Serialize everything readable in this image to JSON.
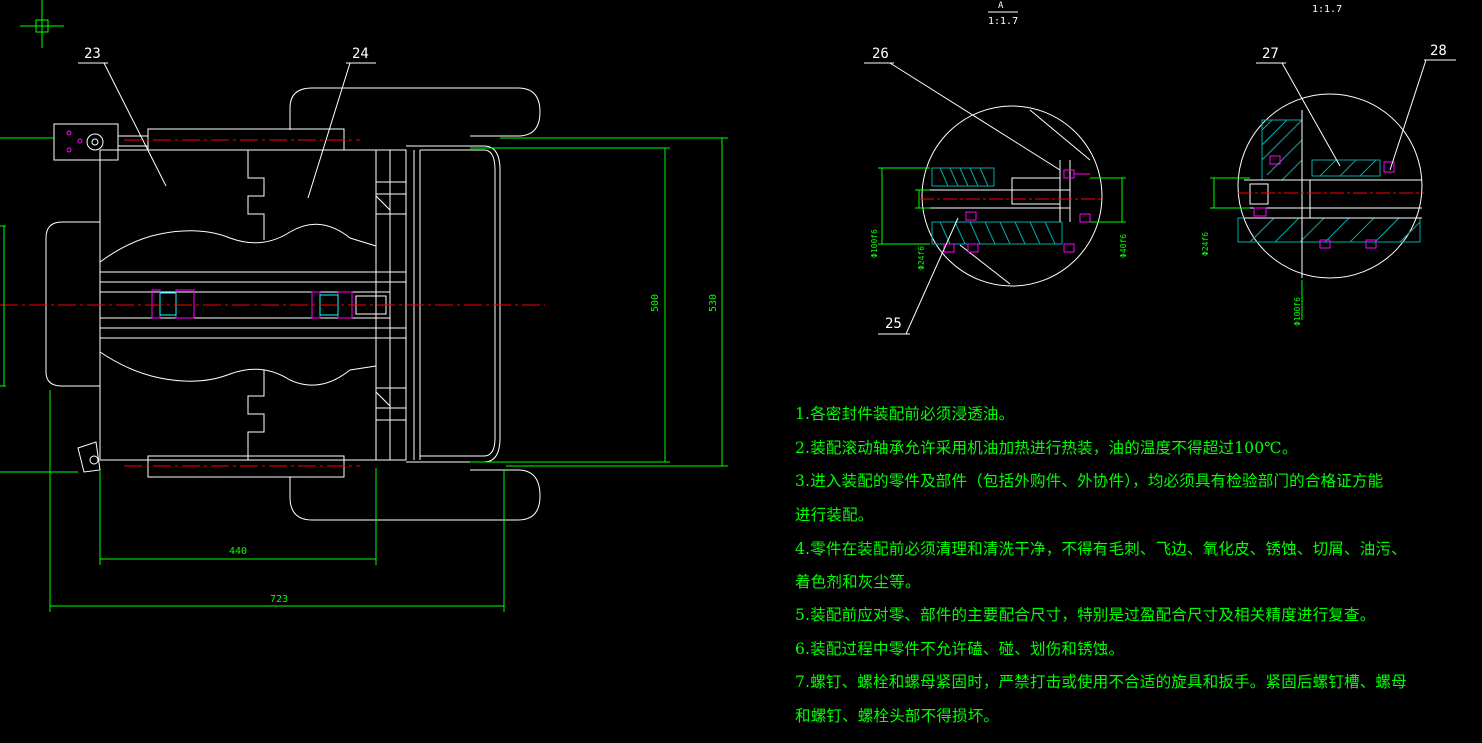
{
  "colors": {
    "background": "#000000",
    "outline": "#ffffff",
    "dimension": "#00ff00",
    "centerline": "#ff0000",
    "hatch": "#00aaaa",
    "bolt": "#ff00ff"
  },
  "balloons": {
    "b23": "23",
    "b24": "24",
    "b25": "25",
    "b26": "26",
    "b27": "27",
    "b28": "28"
  },
  "dimensions": {
    "d500": "500",
    "d530": "530",
    "d440": "440",
    "d723": "723"
  },
  "scales": {
    "detail_a_label": "A",
    "detail_a_scale": "1:1.7",
    "detail_b_scale": "1:1.7"
  },
  "fit_marks": {
    "a_left1": "Φ100f6",
    "a_left2": "Φ24f6",
    "a_right": "Φ40f6",
    "b_left": "Φ24f6",
    "b_bottom": "Φ100f6"
  },
  "notes": [
    "1.各密封件装配前必须浸透油。",
    "2.装配滚动轴承允许采用机油加热进行热装，油的温度不得超过100℃。",
    "3.进入装配的零件及部件（包括外购件、外协件），均必须具有检验部门的合格证方能",
    "进行装配。",
    "4.零件在装配前必须清理和清洗干净，不得有毛刺、飞边、氧化皮、锈蚀、切屑、油污、",
    "着色剂和灰尘等。",
    "5.装配前应对零、部件的主要配合尺寸，特别是过盈配合尺寸及相关精度进行复查。",
    "6.装配过程中零件不允许磕、碰、划伤和锈蚀。",
    "7.螺钉、螺栓和螺母紧固时，严禁打击或使用不合适的旋具和扳手。紧固后螺钉槽、螺母",
    "和螺钉、螺栓头部不得损坏。"
  ]
}
